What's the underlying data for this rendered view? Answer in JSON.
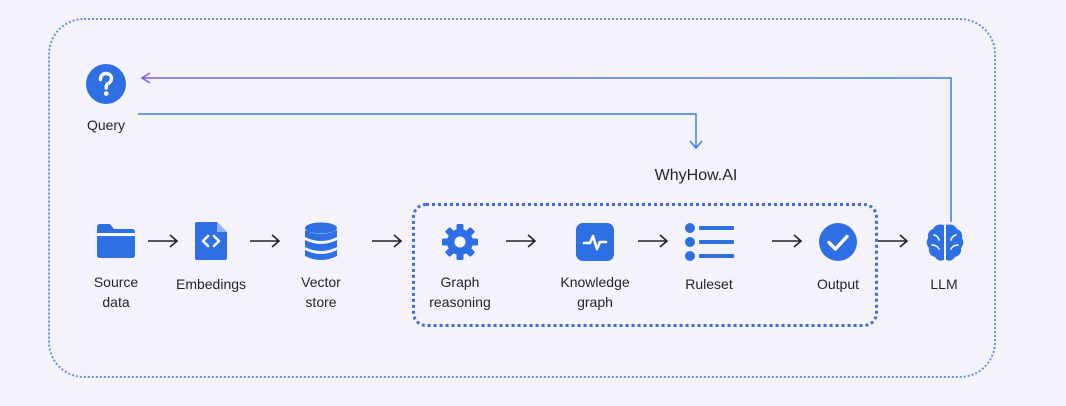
{
  "diagram": {
    "group_title": "WhyHow.AI",
    "query": {
      "label": "Query",
      "icon": "question-icon"
    },
    "nodes": [
      {
        "id": "source",
        "label_line1": "Source",
        "label_line2": "data",
        "icon": "folder-icon"
      },
      {
        "id": "embeddings",
        "label_line1": "Embedings",
        "label_line2": "",
        "icon": "code-file-icon"
      },
      {
        "id": "vector",
        "label_line1": "Vector",
        "label_line2": "store",
        "icon": "database-icon"
      },
      {
        "id": "graph",
        "label_line1": "Graph",
        "label_line2": "reasoning",
        "icon": "gear-icon"
      },
      {
        "id": "knowledge",
        "label_line1": "Knowledge",
        "label_line2": "graph",
        "icon": "pulse-icon"
      },
      {
        "id": "ruleset",
        "label_line1": "Ruleset",
        "label_line2": "",
        "icon": "list-icon"
      },
      {
        "id": "output",
        "label_line1": "Output",
        "label_line2": "",
        "icon": "check-circle-icon"
      },
      {
        "id": "llm",
        "label_line1": "LLM",
        "label_line2": "",
        "icon": "brain-icon"
      }
    ],
    "colors": {
      "icon_blue": "#2f6fe4",
      "line_blue": "#3b7ee8",
      "line_purple": "#7c5ce6",
      "background": "#f4f2fb"
    }
  }
}
